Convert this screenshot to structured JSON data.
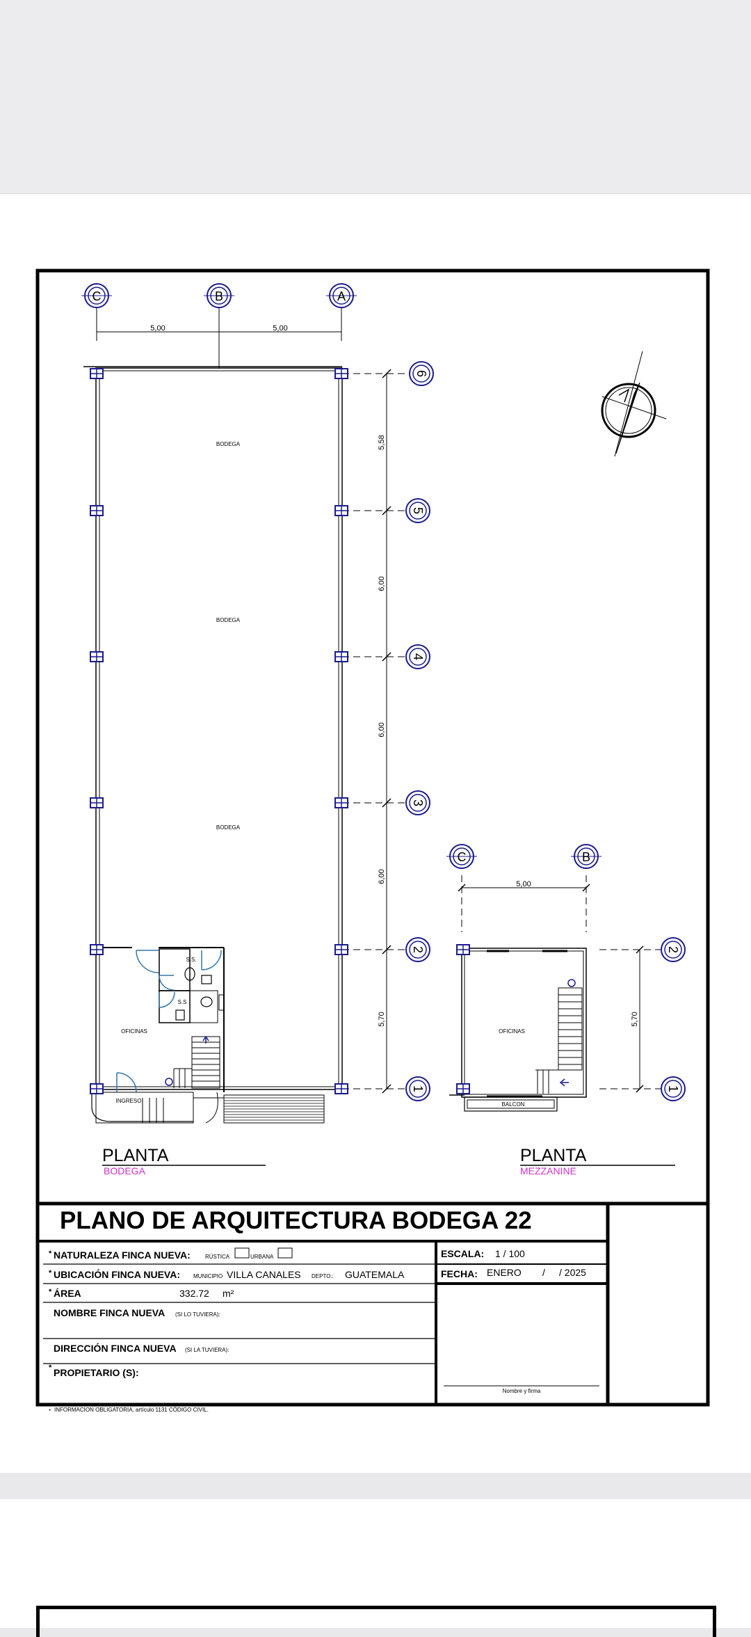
{
  "drawing": {
    "plan_title": "PLANO DE ARQUITECTURA BODEGA 22",
    "axes_top": [
      "C",
      "B",
      "A"
    ],
    "axes_side": [
      "6",
      "5",
      "4",
      "3",
      "2",
      "1"
    ],
    "mezz_axes_top": [
      "C",
      "B"
    ],
    "mezz_axes_side": [
      "2",
      "1"
    ],
    "dims": {
      "top_1": "5,00",
      "top_2": "5,00",
      "side_1": "5,58",
      "side_2": "6,00",
      "side_3": "6,00",
      "side_4": "6,00",
      "side_5": "5,70",
      "mezz_top": "5,00",
      "mezz_side": "5,70"
    },
    "rooms": {
      "bodega_1": "BODEGA",
      "bodega_2": "BODEGA",
      "bodega_3": "BODEGA",
      "oficinas": "OFICINAS",
      "ingreso": "INGRESO",
      "ss_1": "S.S.",
      "ss_2": "S.S",
      "mezz_oficinas": "OFICINAS",
      "balcon": "BALCON"
    },
    "labels": {
      "planta_left": "PLANTA",
      "planta_left_sub": "BODEGA",
      "planta_right": "PLANTA",
      "planta_right_sub": "MEZZANINE"
    },
    "accent_magenta": "#cc33cc",
    "axis_color": "#1a1a8c"
  },
  "form": {
    "naturaleza_label": "NATURALEZA FINCA NUEVA:",
    "rustica": "RÚSTICA",
    "urbana": "URBANA",
    "ubicacion_label": "UBICACIÓN FINCA NUEVA:",
    "municipio_label": "MUNICIPIO",
    "municipio_value": "VILLA CANALES",
    "depto_label": "DEPTO.:",
    "depto_value": "GUATEMALA",
    "area_label": "ÁREA",
    "area_value": "332.72",
    "area_unit": "m²",
    "nombre_label": "NOMBRE FINCA NUEVA",
    "nombre_hint": "(SI LO TUVIERA):",
    "direccion_label": "DIRECCIÓN FINCA NUEVA",
    "direccion_hint": "(SI LA TUVIERA):",
    "propietario_label": "PROPIETARIO (S):",
    "escala_label": "ESCALA:",
    "escala_value": "1 / 100",
    "fecha_label": "FECHA:",
    "fecha_month": "ENERO",
    "fecha_sep": "/",
    "fecha_year": "/ 2025",
    "firma_label": "Nombre y firma",
    "footnote": "INFORMACION OBLIGATORIA, artículo 1131 CÓDIGO CIVIL."
  }
}
